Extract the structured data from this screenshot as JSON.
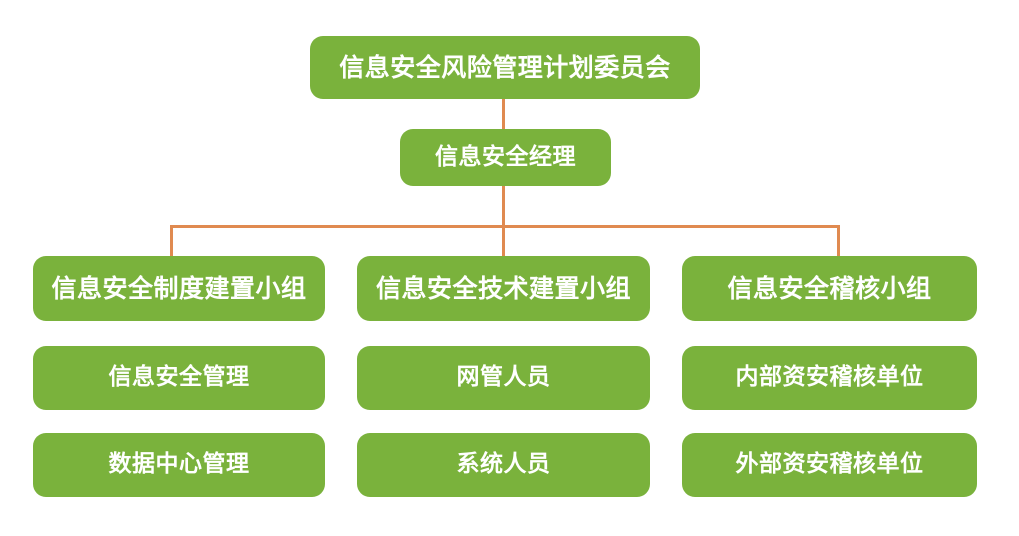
{
  "diagram": {
    "type": "organization-chart",
    "colors": {
      "node_fill": "#7ab23c",
      "node_text": "#ffffff",
      "connector": "#e08a50",
      "background": "#ffffff"
    },
    "levels": {
      "level1": {
        "label": "信息安全风险管理计划委员会"
      },
      "level2": {
        "label": "信息安全经理"
      },
      "level3": [
        {
          "label": "信息安全制度建置小组"
        },
        {
          "label": "信息安全技术建置小组"
        },
        {
          "label": "信息安全稽核小组"
        }
      ],
      "level4": [
        {
          "label": "信息安全管理"
        },
        {
          "label": "网管人员"
        },
        {
          "label": "内部资安稽核单位"
        }
      ],
      "level5": [
        {
          "label": "数据中心管理"
        },
        {
          "label": "系统人员"
        },
        {
          "label": "外部资安稽核单位"
        }
      ]
    }
  }
}
